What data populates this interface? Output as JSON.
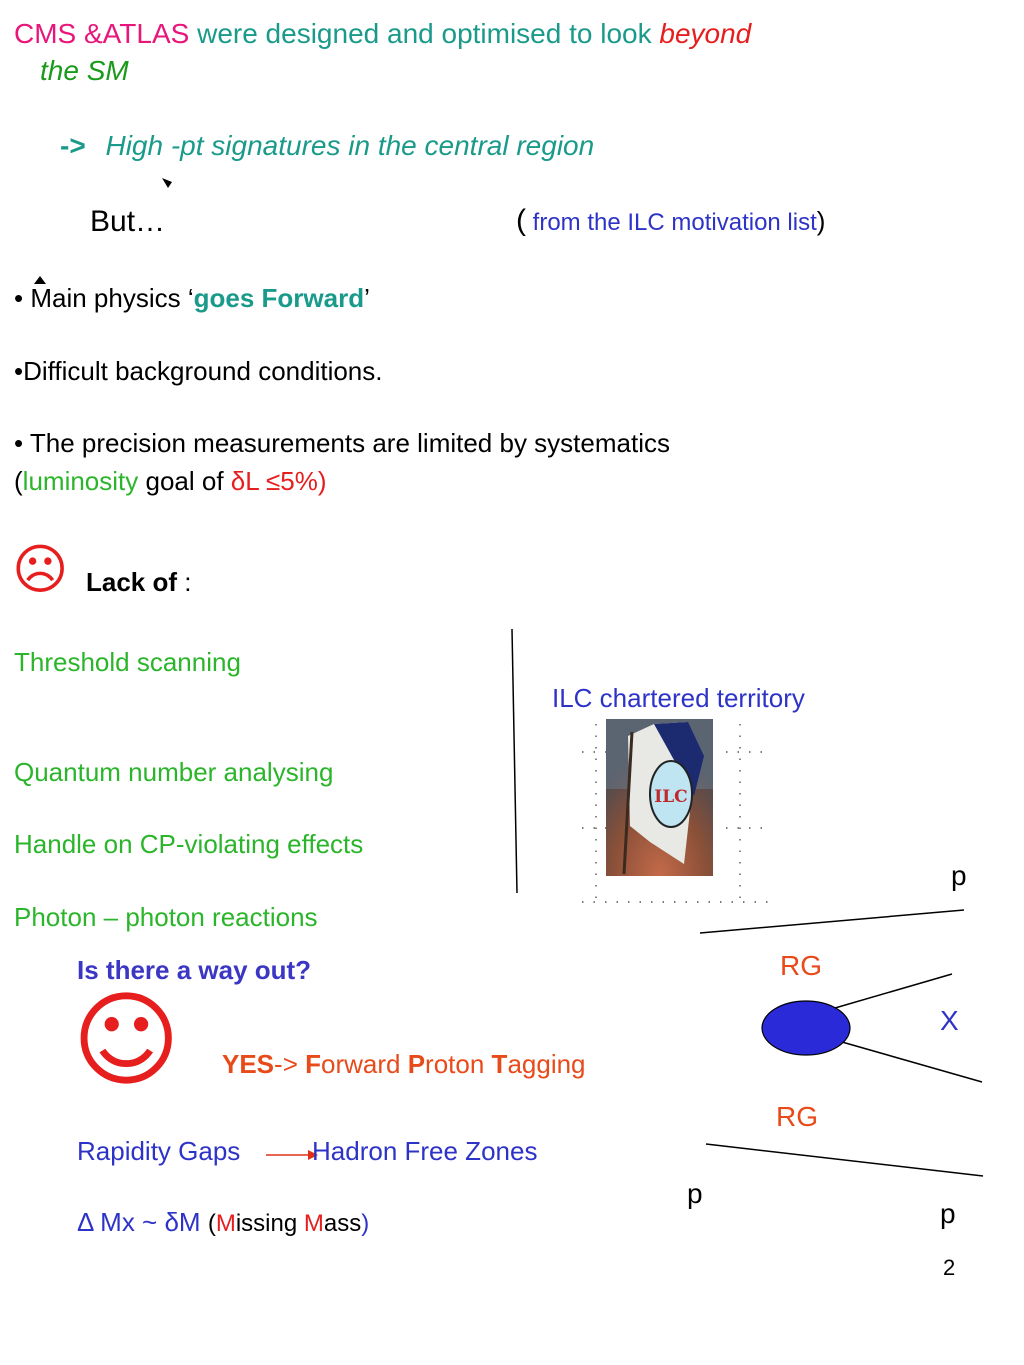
{
  "title": {
    "l1_a": "CMS &ATLAS",
    "l1_b": " were designed and optimised to look ",
    "l1_c": "beyond",
    "l2": "the SM"
  },
  "signature": {
    "arrow": "->",
    "text": "High -pt signatures in the central region"
  },
  "but": {
    "label": "But…",
    "paren_open": "(",
    "note": " from the ILC motivation list",
    "paren_close": ")"
  },
  "bullets": {
    "b1_a": "• Main physics ‘",
    "b1_b": "goes Forward",
    "b1_c": "’",
    "b2": "•Difficult background conditions.",
    "b3_l1": "• The precision measurements are limited by systematics",
    "b3_l2_a": "(",
    "b3_l2_b": "luminosity",
    "b3_l2_c": " goal of  ",
    "b3_l2_d": "δL ≤5%)"
  },
  "lack": {
    "face": "☹",
    "label": "Lack of",
    "colon": " :"
  },
  "lack_items": [
    "Threshold scanning",
    "Quantum number analysing",
    "Handle on CP-violating effects",
    "Photon – photon reactions"
  ],
  "ilc": {
    "territory": "ILC chartered territory",
    "flag_text": "ILC"
  },
  "wayout": {
    "question": "Is there a way out?",
    "face": "☺",
    "yes": "YES",
    "arrow": "->  ",
    "f": "F",
    "orward": "orward ",
    "p": "P",
    "roton": "roton ",
    "t": "T",
    "agging": "agging"
  },
  "gaps": {
    "left": "Rapidity Gaps",
    "right": "Hadron Free Zones"
  },
  "mass": {
    "a": "Δ Mx ~ δM ",
    "b": "(",
    "m1": "M",
    "issing": "issing ",
    "m2": "M",
    "ass": "ass",
    "c": ")"
  },
  "diagram": {
    "p_top": "p",
    "rg_top": "RG",
    "x": "X",
    "rg_bottom": "RG",
    "p_bottom_left": "p",
    "p_bottom_right": "p",
    "blob_color": "#2a2ad8"
  },
  "page_number": "2"
}
